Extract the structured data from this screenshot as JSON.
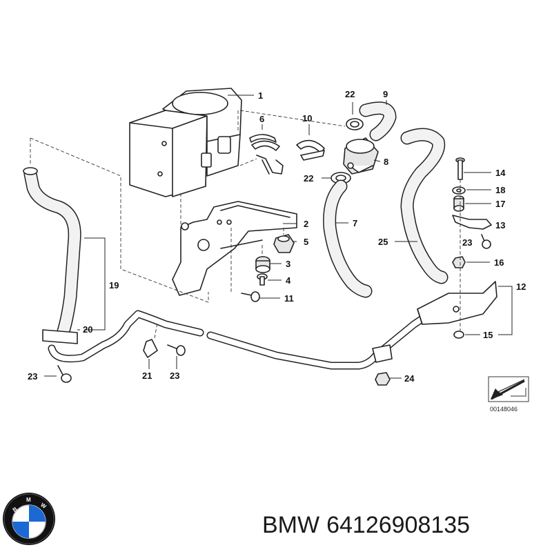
{
  "diagram": {
    "reference_number": "00148046",
    "callouts": {
      "c1": "1",
      "c2": "2",
      "c3": "3",
      "c4": "4",
      "c5": "5",
      "c6": "6",
      "c7": "7",
      "c8": "8",
      "c9": "9",
      "c10": "10",
      "c11": "11",
      "c12": "12",
      "c13": "13",
      "c14": "14",
      "c15": "15",
      "c16": "16",
      "c17": "17",
      "c18": "18",
      "c19": "19",
      "c20": "20",
      "c21": "21",
      "c22a": "22",
      "c22b": "22",
      "c23a": "23",
      "c23b": "23",
      "c23c": "23",
      "c24": "24",
      "c25": "25"
    }
  },
  "caption": {
    "brand": "BMW",
    "part_number": "64126908135"
  },
  "logo": {
    "letters": "BMW",
    "colors": {
      "blue": "#1c69d4",
      "ring": "#111111",
      "white": "#ffffff"
    }
  }
}
